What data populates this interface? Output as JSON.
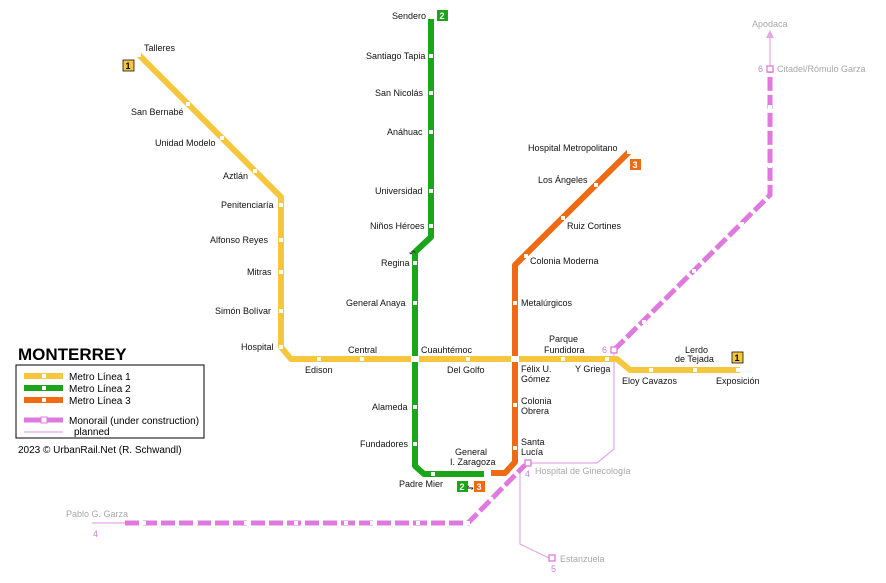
{
  "title": "MONTERREY",
  "credit": "2023 © UrbanRail.Net (R. Schwandl)",
  "colors": {
    "line1": "#f5c73f",
    "line2": "#1aa51a",
    "line3": "#ee6a13",
    "monorail": "#df79df",
    "planned": "#e4a8e4"
  },
  "legend": {
    "line1": "Metro Línea 1",
    "line2": "Metro Línea 2",
    "line3": "Metro Línea 3",
    "monorail": "Monorail (under construction)",
    "planned": "planned"
  },
  "badges": {
    "l1": "1",
    "l2": "2",
    "l3": "3"
  },
  "line_numbers": {
    "m4": "4",
    "m5": "5",
    "m6": "6"
  },
  "stations": {
    "talleres": "Talleres",
    "san_bernabe": "San Bernabé",
    "unidad_modelo": "Unidad Modelo",
    "aztlan": "Aztlán",
    "penitenciaria": "Penitenciaría",
    "alfonso_reyes": "Alfonso Reyes",
    "mitras": "Mitras",
    "simon_bolivar": "Simón Bolívar",
    "hospital": "Hospital",
    "edison": "Edison",
    "central": "Central",
    "cuauhtemoc": "Cuauhtémoc",
    "del_golfo": "Del Golfo",
    "felix_u_gomez_1": "Félix U.",
    "felix_u_gomez_2": "Gómez",
    "parque_fundidora_1": "Parque",
    "parque_fundidora_2": "Fundidora",
    "y_griega": "Y Griega",
    "eloy_cavazos": "Eloy Cavazos",
    "lerdo_de_tejada_1": "Lerdo",
    "lerdo_de_tejada_2": "de Tejada",
    "exposicion": "Exposición",
    "sendero": "Sendero",
    "santiago_tapia": "Santiago Tapia",
    "san_nicolas": "San Nicolás",
    "anahuac": "Anáhuac",
    "universidad": "Universidad",
    "ninos_heroes": "Niños Héroes",
    "regina": "Regina",
    "general_anaya": "General Anaya",
    "alameda": "Alameda",
    "fundadores": "Fundadores",
    "padre_mier": "Padre Mier",
    "general_zaragoza_1": "General",
    "general_zaragoza_2": "I. Zaragoza",
    "hospital_metropolitano": "Hospital Metropolitano",
    "los_angeles": "Los Ángeles",
    "ruiz_cortines": "Ruiz Cortines",
    "colonia_moderna": "Colonia Moderna",
    "metalurgicos": "Metalúrgicos",
    "colonia_obrera_1": "Colonia",
    "colonia_obrera_2": "Obrera",
    "santa_lucia_1": "Santa",
    "santa_lucia_2": "Lucía",
    "hospital_ginecologia": "Hospital de Ginecología",
    "estanzuela": "Estanzuela",
    "apodaca": "Apodaca",
    "citadel": "Citadel/Rómulo Garza",
    "pablo_garza": "Pablo G. Garza"
  }
}
